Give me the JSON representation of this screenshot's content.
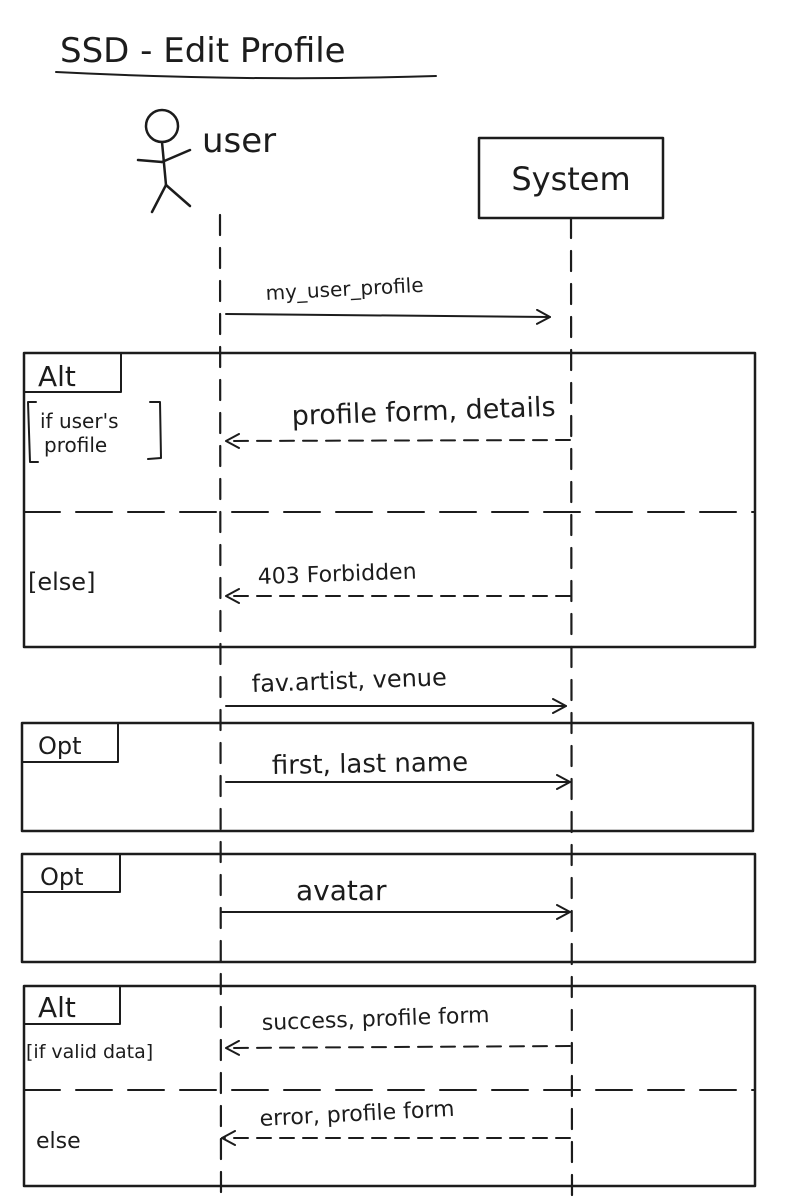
{
  "title": "SSD - Edit Profile",
  "actor": {
    "label": "user"
  },
  "system": {
    "label": "System"
  },
  "messages": {
    "m1": "my_user_profile",
    "m2": "profile form, details",
    "m3": "403 Forbidden",
    "m4": "fav.artist, venue",
    "m5": "first, last name",
    "m6": "avatar",
    "m7": "success, profile form",
    "m8": "error, profile form"
  },
  "fragments": {
    "alt1": {
      "op": "Alt",
      "guard_line1": "if user's",
      "guard_line2": "profile",
      "else_guard": "[else]"
    },
    "opt1": {
      "op": "Opt"
    },
    "opt2": {
      "op": "Opt"
    },
    "alt2": {
      "op": "Alt",
      "guard": "[if valid data]",
      "else_guard": "else"
    }
  },
  "colors": {
    "ink": "#1c1c1c",
    "paper": "#ffffff"
  }
}
